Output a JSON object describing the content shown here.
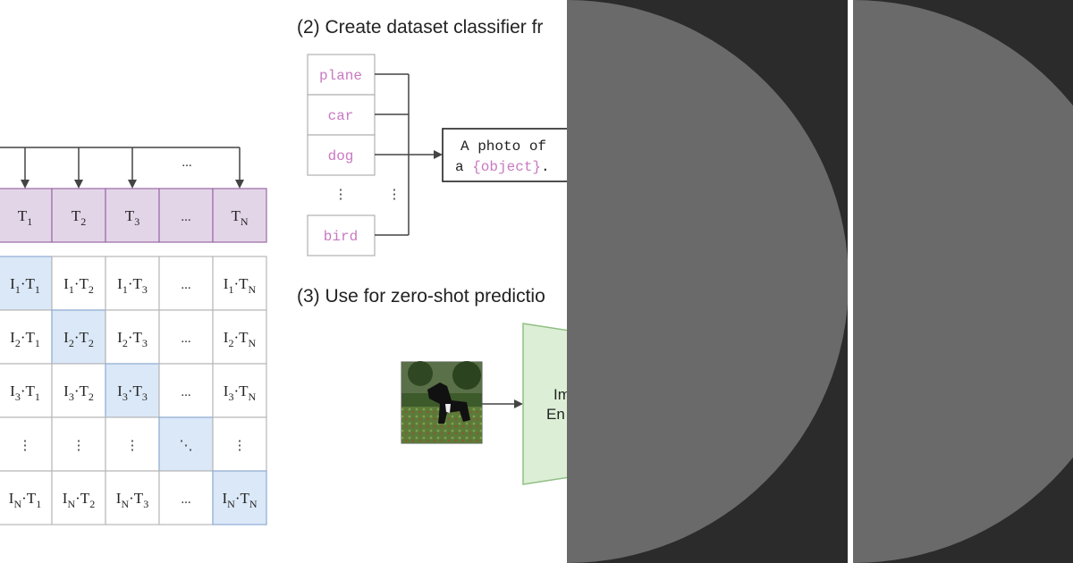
{
  "matrix": {
    "text_tokens": [
      "T",
      "T",
      "T",
      "...",
      "T"
    ],
    "text_subs": [
      "1",
      "2",
      "3",
      "",
      "N"
    ],
    "top_ellipsis": "...",
    "rows": [
      [
        {
          "i": "1",
          "t": "1"
        },
        {
          "i": "1",
          "t": "2"
        },
        {
          "i": "1",
          "t": "3"
        },
        {
          "dots": "..."
        },
        {
          "i": "1",
          "t": "N"
        }
      ],
      [
        {
          "i": "2",
          "t": "1"
        },
        {
          "i": "2",
          "t": "2"
        },
        {
          "i": "2",
          "t": "3"
        },
        {
          "dots": "..."
        },
        {
          "i": "2",
          "t": "N"
        }
      ],
      [
        {
          "i": "3",
          "t": "1"
        },
        {
          "i": "3",
          "t": "2"
        },
        {
          "i": "3",
          "t": "3"
        },
        {
          "dots": "..."
        },
        {
          "i": "3",
          "t": "N"
        }
      ],
      [
        {
          "dots": "⋮"
        },
        {
          "dots": "⋮"
        },
        {
          "dots": "⋮"
        },
        {
          "dots": "⋱"
        },
        {
          "dots": "⋮"
        }
      ],
      [
        {
          "i": "N",
          "t": "1"
        },
        {
          "i": "N",
          "t": "2"
        },
        {
          "i": "N",
          "t": "3"
        },
        {
          "dots": "..."
        },
        {
          "i": "N",
          "t": "N"
        }
      ]
    ],
    "highlight_diagonal": true
  },
  "section2": {
    "heading": "(2) Create dataset classifier fr",
    "labels": [
      "plane",
      "car",
      "dog",
      "bird"
    ],
    "vdots": "⋮",
    "template_line1": "A photo of",
    "template_line2_prefix": "a ",
    "template_object": "{object}",
    "template_line2_suffix": "."
  },
  "section3": {
    "heading": "(3) Use for zero-shot predictio",
    "encoder_line1": "Im",
    "encoder_line2": "En"
  },
  "colors": {
    "purple_fill": "#e3d5e8",
    "purple_stroke": "#9a6aa6",
    "blue_fill": "#dbe8f7",
    "blue_stroke": "#8eacd4",
    "grid_stroke": "#b8b8b8",
    "green_fill": "#dcefd6",
    "green_stroke": "#8fc083",
    "label_pink": "#c879c2",
    "overlay_bg": "#2b2b2b",
    "overlay_circle": "#6a6a6a",
    "overlay_divider": "#ffffff"
  }
}
